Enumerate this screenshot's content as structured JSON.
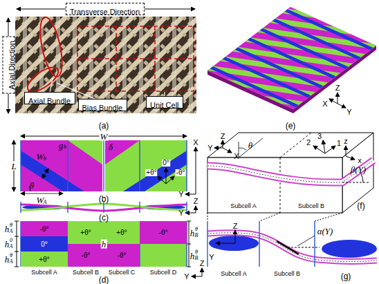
{
  "diagram": {
    "nodes": [
      {
        "text": [
          "Transverse Direction"
        ]
      },
      {
        "text": [
          "Axial Direction"
        ]
      },
      {
        "text": [
          "Axial Bundle"
        ]
      },
      {
        "text": [
          "Bias Bundle"
        ]
      },
      {
        "text": [
          "Unit Cell"
        ]
      },
      {
        "text": [
          "-θ°"
        ]
      },
      {
        "text": [
          "0°"
        ]
      },
      {
        "text": [
          "+θ°"
        ]
      },
      {
        "text": [
          "+θ°"
        ]
      },
      {
        "text": [
          "-θ°"
        ]
      },
      {
        "text": [
          "+θ°"
        ]
      },
      {
        "text": [
          "-θ°"
        ]
      },
      {
        "text": [
          "-θ°"
        ]
      }
    ],
    "labels": [
      "(a)",
      "Z",
      "X",
      "Y",
      "(e)",
      "W",
      "L",
      "W",
      "b",
      "g",
      "b",
      "θ",
      "δ",
      "W",
      "A",
      "+θ°",
      "0°",
      "-θ°",
      "X",
      "Y",
      "(b)",
      "Z",
      "Y",
      "(c)",
      "h",
      "A",
      "θ",
      "h",
      "A",
      "0",
      "h",
      "A",
      "θ",
      "h",
      "h",
      "B",
      "θ",
      "h",
      "B",
      "θ",
      "Z",
      "Y",
      "Subcell A",
      "Subcell B",
      "Subcell C",
      "Subcell D",
      "(d)",
      "Z",
      "Y",
      "X",
      "θ",
      "2",
      "3",
      "1",
      "z",
      "x",
      "β(Y)",
      "Subcell A",
      "Subcell B",
      "(f)",
      "Z",
      "Y",
      "α(Y)",
      "Subcell A",
      "Subcell B",
      "(g)"
    ]
  }
}
